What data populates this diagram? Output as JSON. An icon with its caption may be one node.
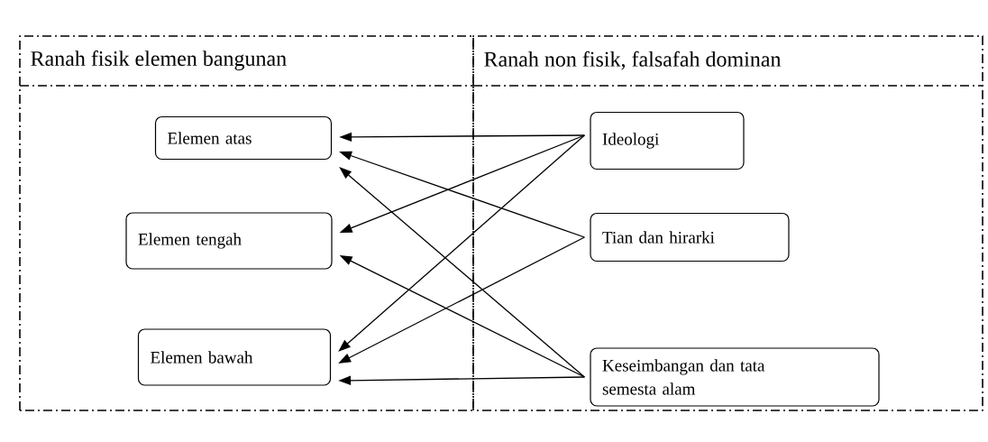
{
  "diagram": {
    "nodes": [
      {
        "text": [
          "Ranah fisik  elemen bangunan"
        ]
      },
      {
        "text": [
          "Ranah non fisik, falsafah dominan"
        ]
      },
      {
        "text": [
          "Elemen atas"
        ],
        "in": 0
      },
      {
        "text": [
          "Elemen tengah"
        ],
        "in": 0
      },
      {
        "text": [
          "Elemen bawah"
        ],
        "in": 0
      },
      {
        "text": [
          "Ideologi"
        ],
        "in": 1
      },
      {
        "text": [
          "Tian dan hirarki"
        ],
        "in": 1
      },
      {
        "text": [
          "Keseimbangan dan tata semesta alam"
        ],
        "in": 1
      }
    ],
    "edges": [
      {
        "from": 5,
        "to": 2,
        "arrow": "to"
      },
      {
        "from": 5,
        "to": 3,
        "arrow": "to"
      },
      {
        "from": 5,
        "to": 4,
        "arrow": "to"
      },
      {
        "from": 6,
        "to": 2,
        "arrow": "to"
      },
      {
        "from": 6,
        "to": 4,
        "arrow": "to"
      },
      {
        "from": 7,
        "to": 2,
        "arrow": "to"
      },
      {
        "from": 7,
        "to": 3,
        "arrow": "to"
      },
      {
        "from": 7,
        "to": 4,
        "arrow": "to"
      }
    ]
  }
}
